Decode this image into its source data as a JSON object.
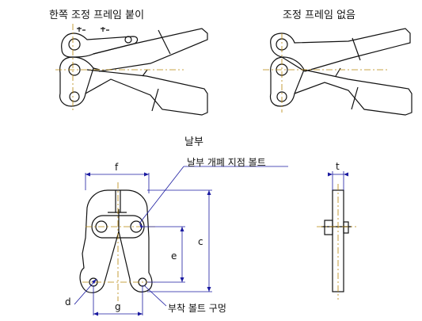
{
  "labels": {
    "one_side_frame": "한쪽 조정 프레임 붙이",
    "no_frame": "조정 프레임 없음",
    "blade": "날부",
    "pivot_bolt": "날부 개폐 지점 볼트",
    "mount_hole": "부착 볼트 구멍"
  },
  "dimensions": {
    "f": "f",
    "t": "t",
    "c": "c",
    "e": "e",
    "d": "d",
    "g": "g"
  },
  "colors": {
    "outline": "#111111",
    "dimension_line": "#1a1aa0",
    "center_line": "#b8860b"
  }
}
